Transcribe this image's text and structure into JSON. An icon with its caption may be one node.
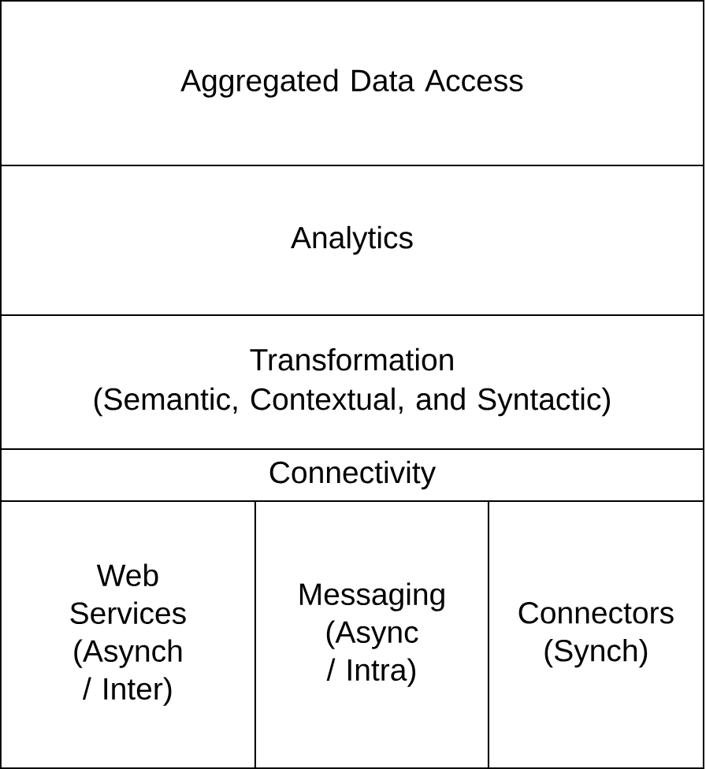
{
  "diagram": {
    "nodes": [
      {
        "text": [
          "Aggregated Data Access"
        ]
      },
      {
        "text": [
          "Analytics"
        ]
      },
      {
        "text": [
          "Transformation",
          "(Semantic, Contextual, and Syntactic)"
        ]
      },
      {
        "text": [
          "Connectivity"
        ]
      },
      {
        "text": [
          "Web Services (Asynch / Inter)"
        ]
      },
      {
        "text": [
          "Messaging (Async / Intra)"
        ]
      },
      {
        "text": [
          "Connectors (Synch)"
        ]
      }
    ]
  }
}
